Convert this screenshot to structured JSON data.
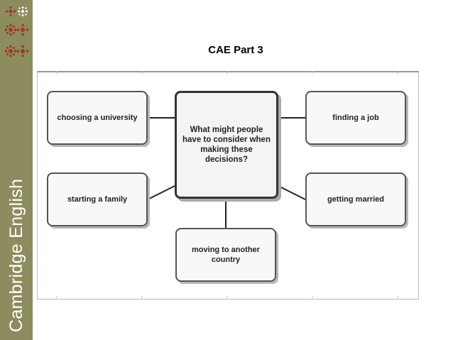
{
  "slide": {
    "title": "CAE Part 3",
    "brand": "Cambridge English"
  },
  "diagram": {
    "center": "What might people have to consider when making these decisions?",
    "topics": {
      "top_left": "choosing a university",
      "top_right": "finding a job",
      "middle_left": "starting a family",
      "middle_right": "getting married",
      "bottom": "moving to another country"
    }
  },
  "colors": {
    "sidebar": "#8c8c5e",
    "logo": "#9e3a24",
    "box_border": "#555555",
    "box_fill": "#f8f8f8",
    "connector": "#222222"
  },
  "icons": {
    "logo": "cambridge-crest-icon"
  }
}
